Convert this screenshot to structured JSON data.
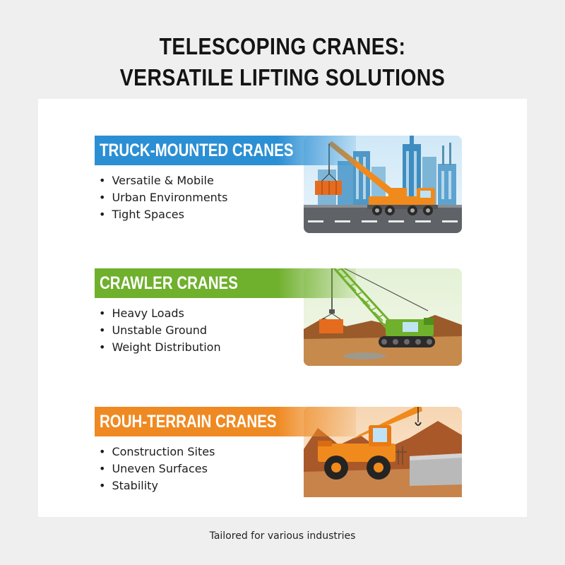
{
  "title": {
    "line1": "TELESCOPING CRANES:",
    "line2": "VERSATILE LIFTING SOLUTIONS"
  },
  "sections": [
    {
      "heading": "TRUCK-MOUNTED CRANES",
      "color": "#2b8fd4",
      "bullets": [
        "Versatile & Mobile",
        "Urban Environments",
        "Tight Spaces"
      ],
      "illustration": "truck-crane-city-icon"
    },
    {
      "heading": "CRAWLER CRANES",
      "color": "#6fb02c",
      "bullets": [
        "Heavy Loads",
        "Unstable Ground",
        "Weight Distribution"
      ],
      "illustration": "crawler-crane-site-icon"
    },
    {
      "heading": "ROUH-TERRAIN CRANES",
      "color": "#ef8a22",
      "bullets": [
        "Construction Sites",
        "Uneven Surfaces",
        "Stability"
      ],
      "illustration": "rough-terrain-crane-icon"
    }
  ],
  "footer": "Tailored for various industries"
}
